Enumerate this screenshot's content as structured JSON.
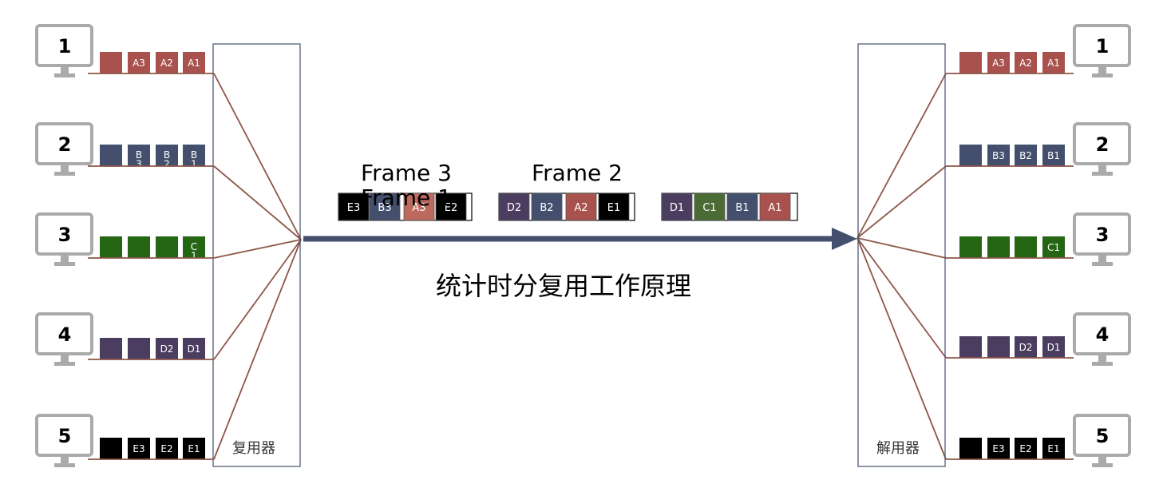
{
  "title": "统计时分复用工作原理",
  "multiplexer_label": "复用器",
  "demultiplexer_label": "解用器",
  "colors": {
    "terminal_A": "#a8514d",
    "terminal_B": "#434f6d",
    "terminal_C": "#246614",
    "terminal_D": "#4a3d60",
    "terminal_E": "#000000",
    "c1_in_frame": "#4a6b34",
    "a3_in_frame": "#bd6a5e",
    "link_line": "#8e5648",
    "main_arrow": "#434f6d",
    "monitor_frame": "#aaaaaa"
  },
  "sources": [
    {
      "id": "1",
      "cells": [
        "",
        "A3",
        "A2",
        "A1"
      ],
      "color": "terminal_A"
    },
    {
      "id": "2",
      "cells": [
        "",
        "B\n3",
        "B\n2",
        "B\n1"
      ],
      "color": "terminal_B"
    },
    {
      "id": "3",
      "cells": [
        "",
        "",
        "",
        "C\n1"
      ],
      "color": "terminal_C"
    },
    {
      "id": "4",
      "cells": [
        "",
        "",
        "D2",
        "D1"
      ],
      "color": "terminal_D"
    },
    {
      "id": "5",
      "cells": [
        "",
        "E3",
        "E2",
        "E1"
      ],
      "color": "terminal_E"
    }
  ],
  "destinations": [
    {
      "id": "1",
      "cells": [
        "",
        "A3",
        "A2",
        "A1"
      ],
      "color": "terminal_A"
    },
    {
      "id": "2",
      "cells": [
        "",
        "B3",
        "B2",
        "B1"
      ],
      "color": "terminal_B"
    },
    {
      "id": "3",
      "cells": [
        "",
        "",
        "",
        "C1"
      ],
      "color": "terminal_C"
    },
    {
      "id": "4",
      "cells": [
        "",
        "",
        "D2",
        "D1"
      ],
      "color": "terminal_D"
    },
    {
      "id": "5",
      "cells": [
        "",
        "E3",
        "E2",
        "E1"
      ],
      "color": "terminal_E"
    }
  ],
  "frames": [
    {
      "label": "Frame 3",
      "overlap_label": "Frame 1",
      "cells": [
        {
          "text": "E3",
          "color": "terminal_E"
        },
        {
          "text": "B3",
          "color": "terminal_B"
        },
        {
          "text": "A3",
          "color": "a3_in_frame"
        },
        {
          "text": "E2",
          "color": "terminal_E"
        }
      ]
    },
    {
      "label": "Frame 2",
      "cells": [
        {
          "text": "D2",
          "color": "terminal_D"
        },
        {
          "text": "B2",
          "color": "terminal_B"
        },
        {
          "text": "A2",
          "color": "terminal_A"
        },
        {
          "text": "E1",
          "color": "terminal_E"
        }
      ]
    },
    {
      "label": "",
      "cells": [
        {
          "text": "D1",
          "color": "terminal_D"
        },
        {
          "text": "C1",
          "color": "c1_in_frame"
        },
        {
          "text": "B1",
          "color": "terminal_B"
        },
        {
          "text": "A1",
          "color": "terminal_A"
        }
      ]
    }
  ]
}
